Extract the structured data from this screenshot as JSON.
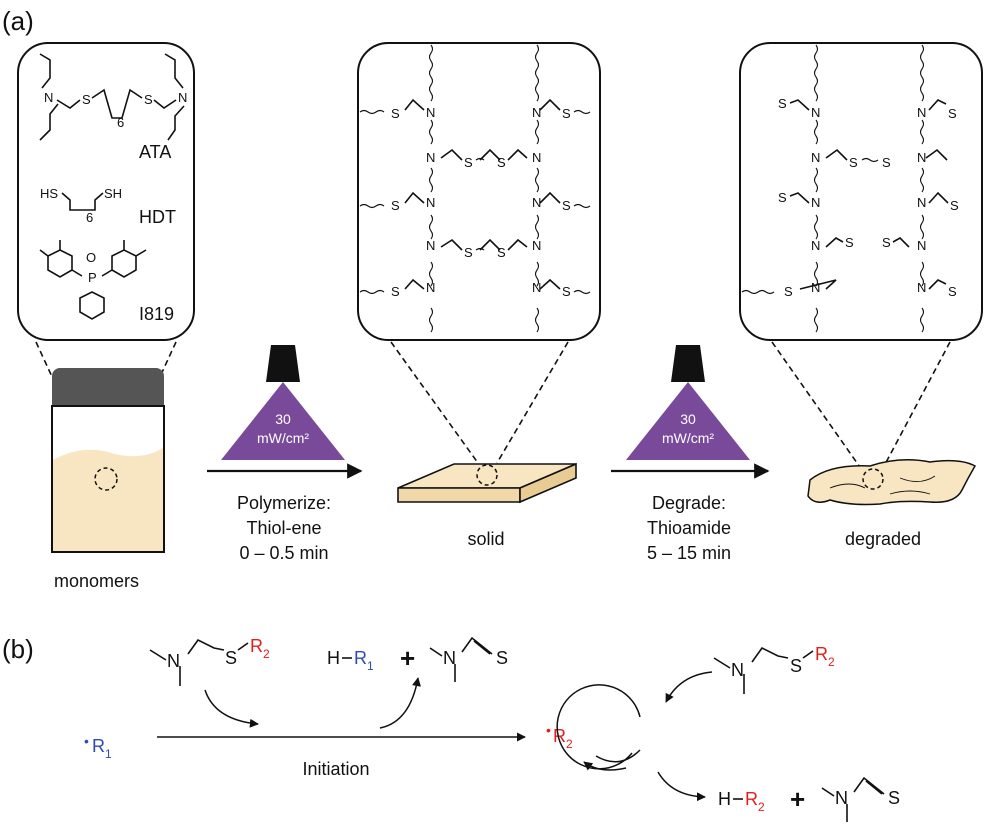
{
  "panels": {
    "a": "(a)",
    "b": "(b)"
  },
  "monomers": {
    "ata": "ATA",
    "hdt": "HDT",
    "i819": "I819",
    "sub6": "6",
    "caption": "monomers"
  },
  "light": {
    "intensity1": "30",
    "unit1": "mW/cm²",
    "intensity2": "30",
    "unit2": "mW/cm²"
  },
  "step1": {
    "line1": "Polymerize:",
    "line2": "Thiol-ene",
    "line3": "0 – 0.5 min"
  },
  "step2": {
    "line1": "Degrade:",
    "line2": "Thioamide",
    "line3": "5 – 15 min"
  },
  "states": {
    "solid": "solid",
    "degraded": "degraded"
  },
  "mechanism": {
    "initiation": "Initiation",
    "r1": "R",
    "r1_sub": "1",
    "r2": "R",
    "r2_sub": "2",
    "h": "H",
    "plus": "+",
    "s": "S",
    "n": "N"
  },
  "colors": {
    "blue": "#2e4bb5",
    "red": "#e02020",
    "purple": "#7a4a9a",
    "cream": "#f8e6c2",
    "cap": "#555555"
  }
}
